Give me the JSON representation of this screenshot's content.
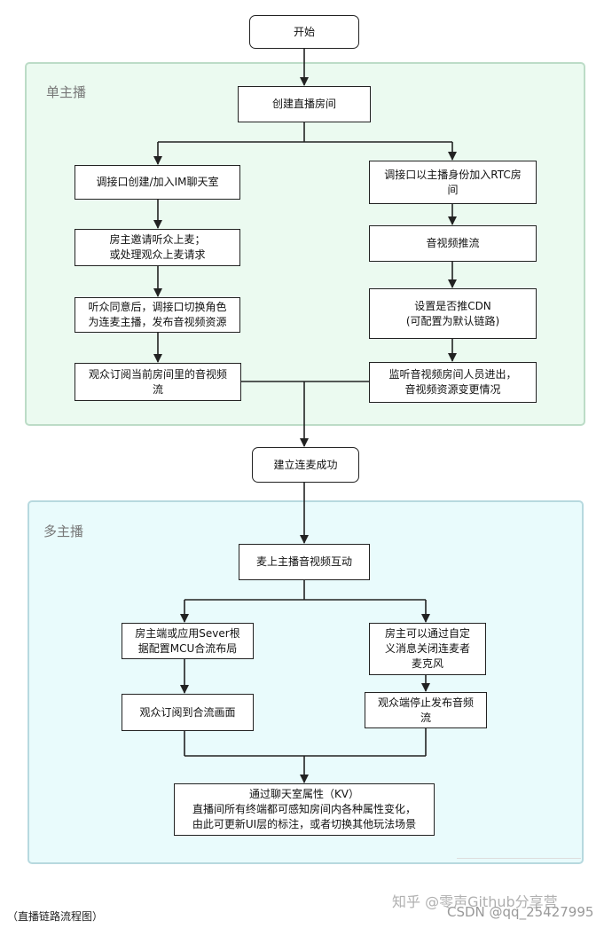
{
  "groups": {
    "single": "单主播",
    "multi": "多主播"
  },
  "nodes": {
    "start": "开始",
    "create_room": "创建直播房间",
    "im_room": "调接口创建/加入IM聊天室",
    "rtc_join": "调接口以主播身份加入RTC房\n间",
    "invite": "房主邀请听众上麦；\n或处理观众上麦请求",
    "push_stream": "音视频推流",
    "switch_role": "听众同意后，调接口切换角色\n为连麦主播，发布音视频资源",
    "cdn": "设置是否推CDN\n(可配置为默认链路)",
    "subscribe": "观众订阅当前房间里的音视频\n流",
    "monitor": "监听音视频房间人员进出，\n音视频资源变更情况",
    "success": "建立连麦成功",
    "interact": "麦上主播音视频互动",
    "mcu": "房主端或应用Sever根\n据配置MCU合流布局",
    "close_mic": "房主可以通过自定\n义消息关闭连麦者\n麦克风",
    "sub_mix": "观众订阅到合流画面",
    "stop_pub": "观众端停止发布音频\n流",
    "kv": "通过聊天室属性（KV）\n直播间所有终端都可感知房间内各种属性变化，\n由此可更新UI层的标注，或者切换其他玩法场景"
  },
  "watermark": {
    "zhihu": "知乎 @零声Github分享营",
    "csdn": "CSDN @qq_25427995"
  },
  "caption": "（直播链路流程图）"
}
